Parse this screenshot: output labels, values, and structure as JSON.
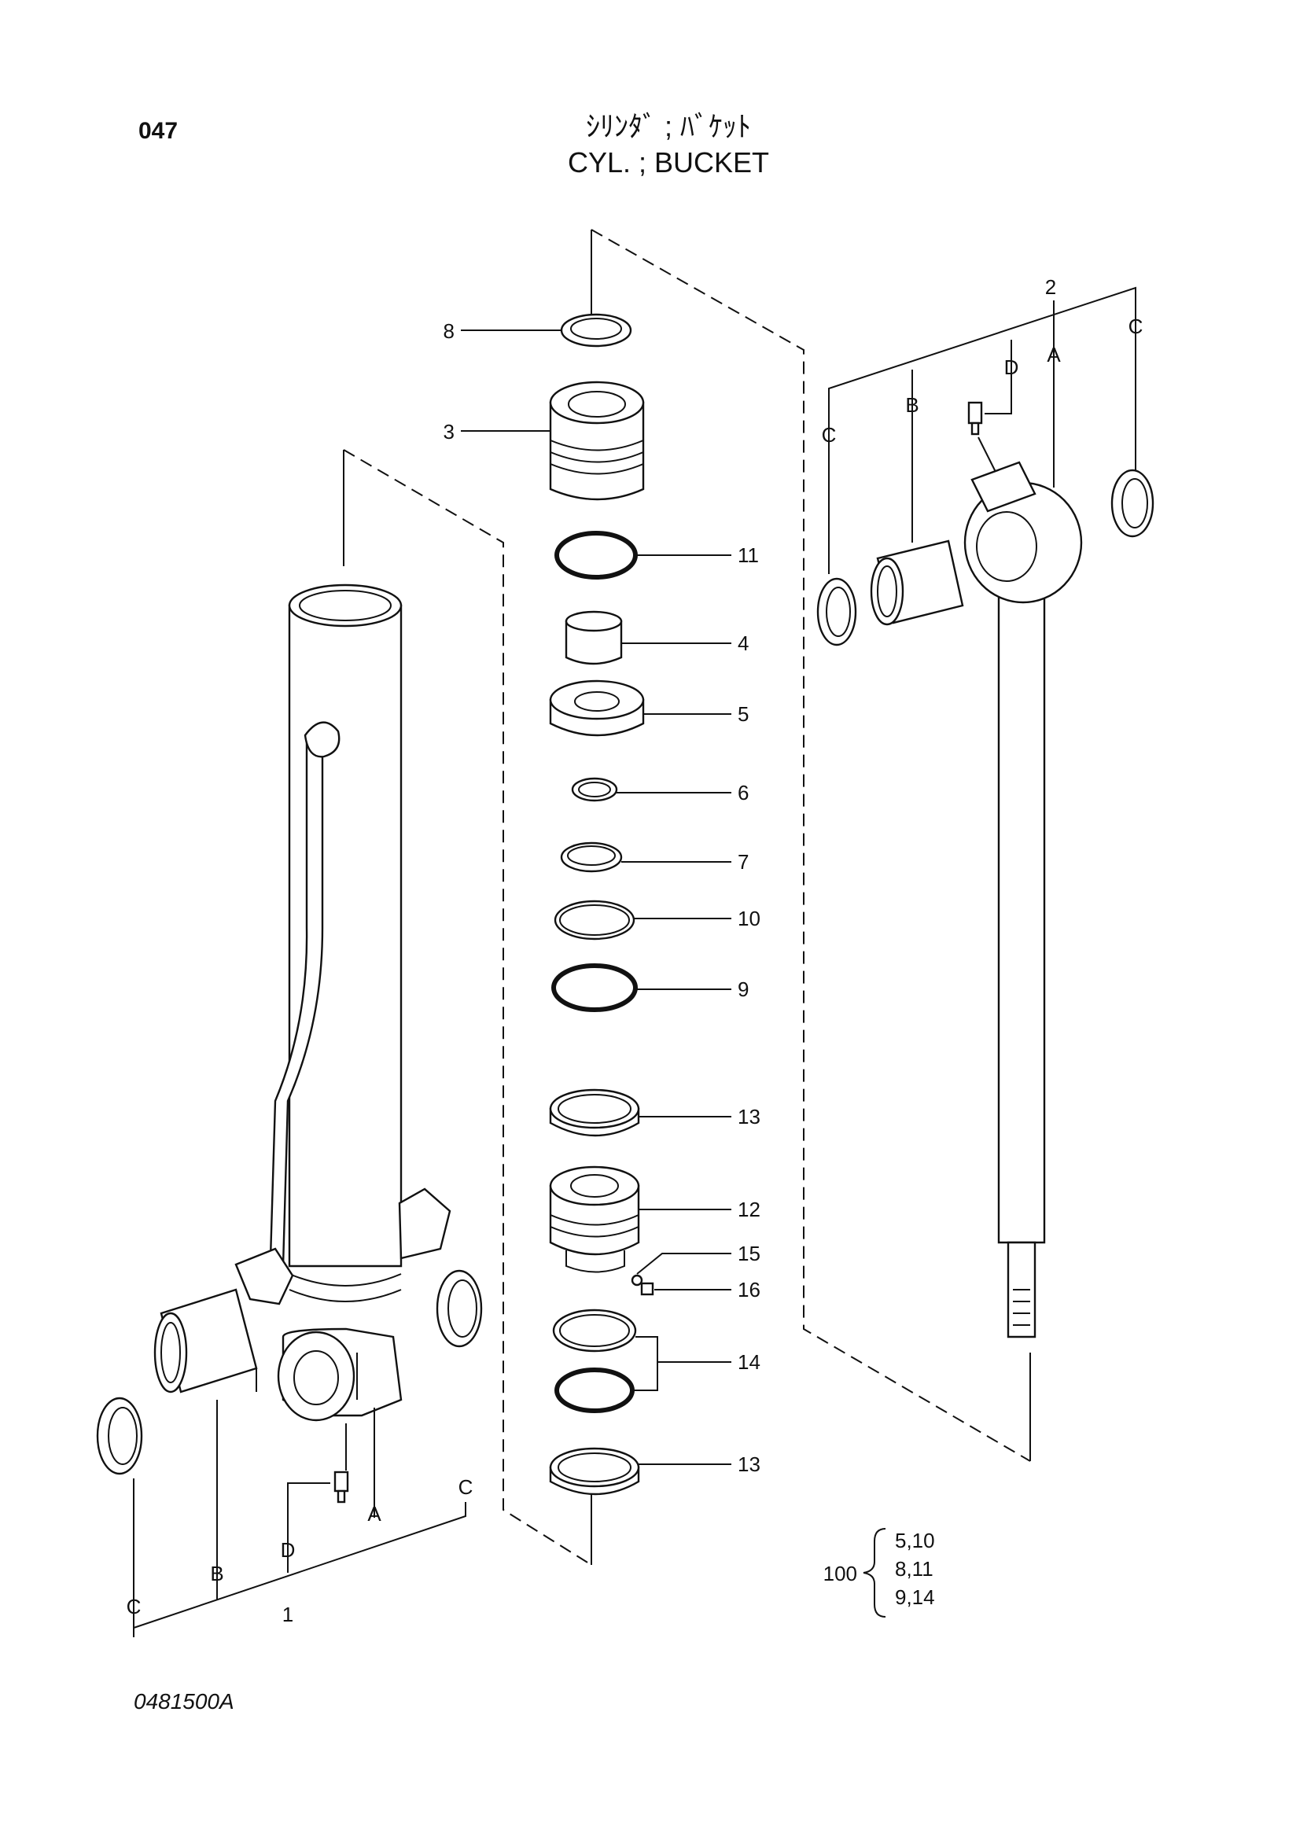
{
  "header": {
    "page_number": "047",
    "title_jp": "ｼﾘﾝﾀﾞ ; ﾊﾞｹｯﾄ",
    "title_en": "CYL. ; BUCKET"
  },
  "drawing_code": "0481500A",
  "parts": [
    {
      "ref": "1"
    },
    {
      "ref": "2"
    },
    {
      "ref": "3"
    },
    {
      "ref": "4"
    },
    {
      "ref": "5"
    },
    {
      "ref": "6"
    },
    {
      "ref": "7"
    },
    {
      "ref": "8"
    },
    {
      "ref": "9"
    },
    {
      "ref": "10"
    },
    {
      "ref": "11"
    },
    {
      "ref": "12"
    },
    {
      "ref": "13"
    },
    {
      "ref": "14"
    },
    {
      "ref": "15"
    },
    {
      "ref": "16"
    }
  ],
  "connection_letters": [
    "A",
    "B",
    "C",
    "D"
  ],
  "kit": {
    "number": "100",
    "lines": [
      "5,10",
      "8,11",
      "9,14"
    ]
  },
  "colors": {
    "ink": "#111111",
    "paper": "#ffffff"
  }
}
